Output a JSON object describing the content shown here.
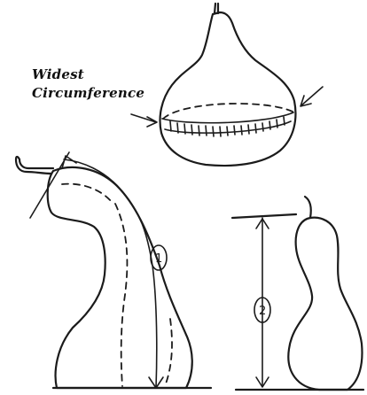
{
  "labels": {
    "widest_line1": "Widest",
    "widest_line2": "Circumference"
  },
  "measurements": [
    {
      "number": "1"
    },
    {
      "number": "2"
    }
  ]
}
